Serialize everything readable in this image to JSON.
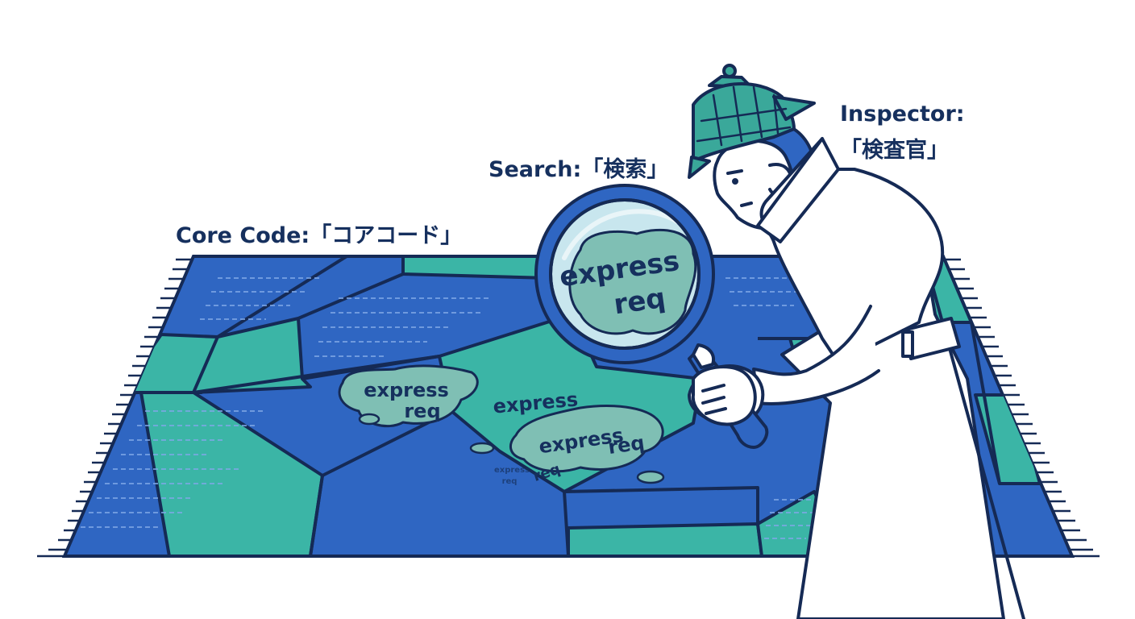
{
  "labels": {
    "core_code": "Core Code:「コアコード」",
    "search": "Search:「検索」",
    "inspector_line1": "Inspector:",
    "inspector_line2": "「検査官」"
  },
  "terms": {
    "express": "express",
    "req": "req"
  },
  "colors": {
    "navy": "#16305e",
    "rug_blue": "#2f66c2",
    "rug_teal": "#3bb5a6",
    "stain": "#7fbfb4",
    "outline": "#152a55",
    "coat": "#ffffff",
    "hat": "#3aa89a"
  },
  "icons": [
    "magnifying-glass-icon",
    "detective-hat-icon"
  ]
}
